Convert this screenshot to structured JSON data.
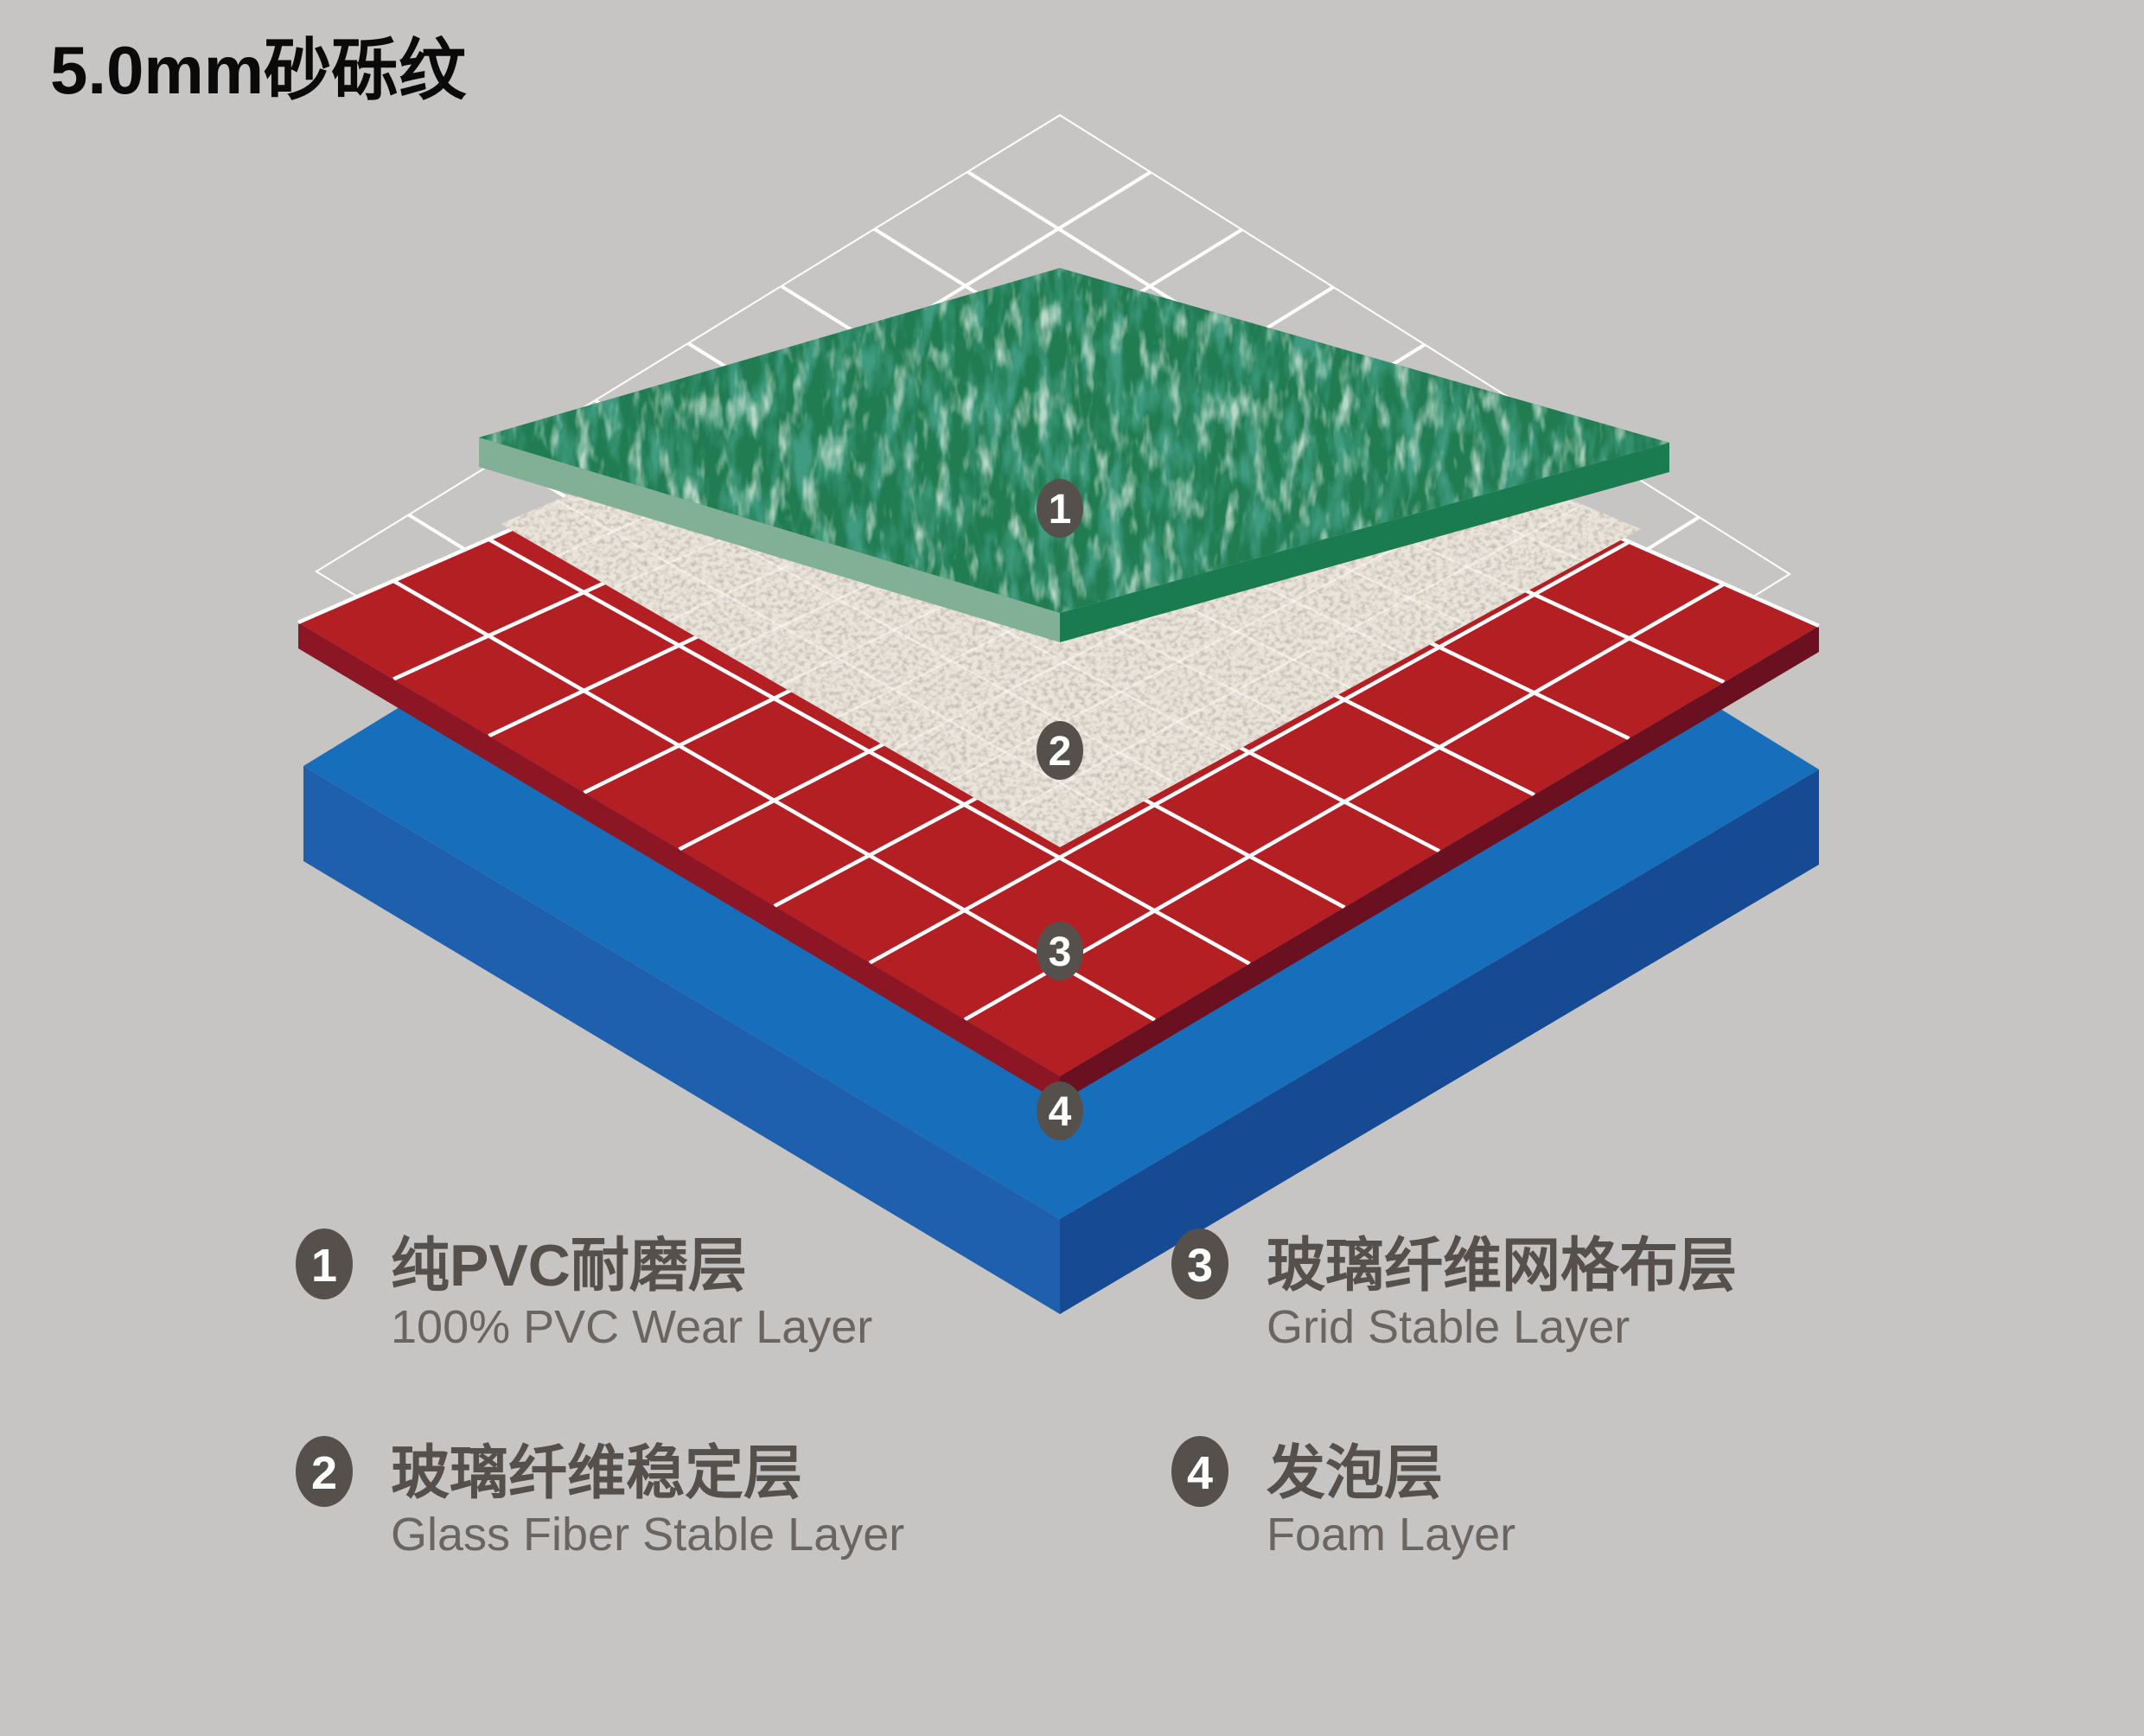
{
  "title": "5.0mm砂砾纹",
  "background": "#c7c5c4",
  "badge_color": "#56504d",
  "grid_line_color": "#ffffff",
  "layers": [
    {
      "num": "1",
      "zh": "纯PVC耐磨层",
      "en": "100% PVC Wear Layer",
      "color": "#217c52"
    },
    {
      "num": "2",
      "zh": "玻璃纤维稳定层",
      "en": "Glass Fiber Stable Layer",
      "color": "#eae4da"
    },
    {
      "num": "3",
      "zh": "玻璃纤维网格布层",
      "en": "Grid Stable Layer",
      "color": "#b41f24"
    },
    {
      "num": "4",
      "zh": "发泡层",
      "en": "Foam Layer",
      "color": "#176fbb"
    }
  ]
}
